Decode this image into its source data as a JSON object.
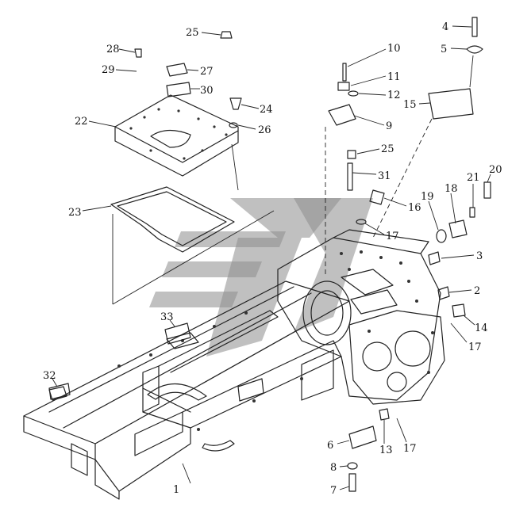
{
  "diagram": {
    "type": "exploded-parts-drawing",
    "callouts": [
      "1",
      "2",
      "3",
      "4",
      "5",
      "6",
      "7",
      "8",
      "9",
      "10",
      "11",
      "12",
      "13",
      "14",
      "15",
      "16",
      "17",
      "17",
      "17",
      "18",
      "19",
      "20",
      "21",
      "22",
      "23",
      "24",
      "25",
      "25",
      "26",
      "27",
      "28",
      "29",
      "30",
      "31",
      "32",
      "33"
    ],
    "watermark": "logo"
  }
}
